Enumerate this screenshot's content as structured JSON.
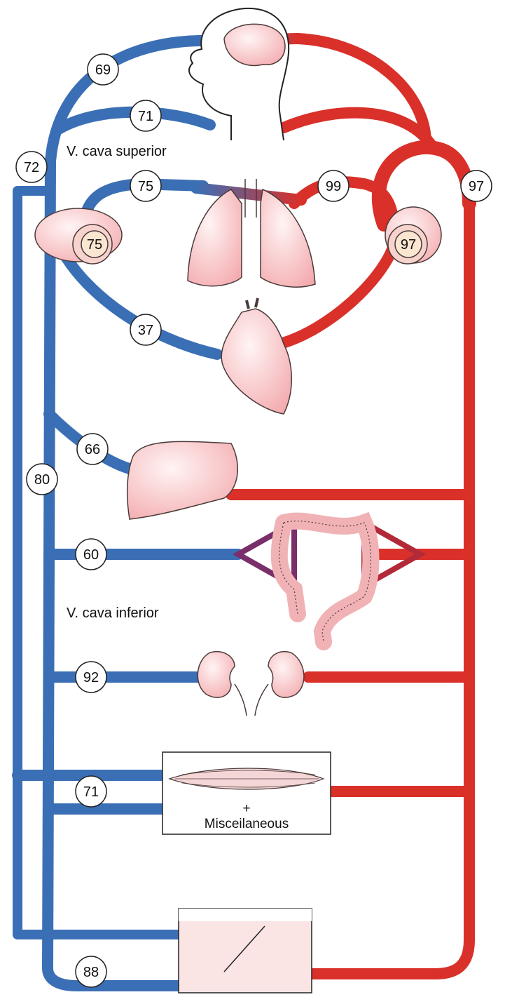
{
  "labels": {
    "vena_cava_superior": "V. cava superior",
    "vena_cava_inferior": "V. cava inferior",
    "miscellaneous": "Misceilaneous",
    "plus": "+"
  },
  "badges": {
    "head_vein_upper": "69",
    "head_vein_lower": "71",
    "svc": "72",
    "left_eye_vessel": "75",
    "left_eye_inner": "75",
    "lung_artery": "99",
    "aorta": "97",
    "right_eye_inner": "97",
    "coronary": "37",
    "liver": "66",
    "ivc": "80",
    "intestine": "60",
    "kidney": "92",
    "muscle": "71",
    "skin": "88"
  },
  "colors": {
    "venous": "#3b6fb5",
    "arterial": "#d9302a",
    "organ_fill": "#f9d4d4",
    "organ_stroke": "#4a3a3a"
  }
}
